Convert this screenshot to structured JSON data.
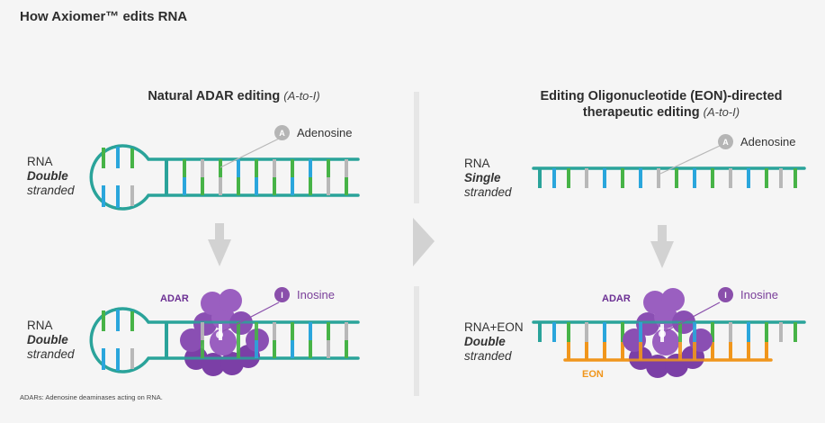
{
  "title": "How Axiomer™ edits RNA",
  "left": {
    "heading": "Natural ADAR editing",
    "heading_note": "(A-to-I)",
    "top_label": {
      "main": "RNA",
      "strength": "Double",
      "kind": "stranded"
    },
    "bottom_label": {
      "main": "RNA",
      "strength": "Double",
      "kind": "stranded"
    },
    "enzyme": "ADAR"
  },
  "right": {
    "heading_line1": "Editing Oligonucleotide (EON)-directed",
    "heading_line2": "therapeutic editing",
    "heading_note": "(A-to-I)",
    "top_label": {
      "main": "RNA",
      "strength": "Single",
      "kind": "stranded"
    },
    "bottom_label": {
      "main": "RNA+EON",
      "strength": "Double",
      "kind": "stranded"
    },
    "enzyme": "ADAR",
    "oligo": "EON"
  },
  "markers": {
    "adenosine": {
      "letter": "A",
      "label": "Adenosine"
    },
    "inosine": {
      "letter": "I",
      "label": "Inosine"
    }
  },
  "footnote": "ADARs: Adenosine deaminases acting on RNA.",
  "colors": {
    "backbone": "#2aa39a",
    "green": "#47b347",
    "blue": "#2aa6dc",
    "gray": "#b8b8b8",
    "orange": "#f0961c",
    "purple": "#7b3fa6",
    "arrow": "#d2d2d2",
    "divider": "#e6e6e6"
  }
}
